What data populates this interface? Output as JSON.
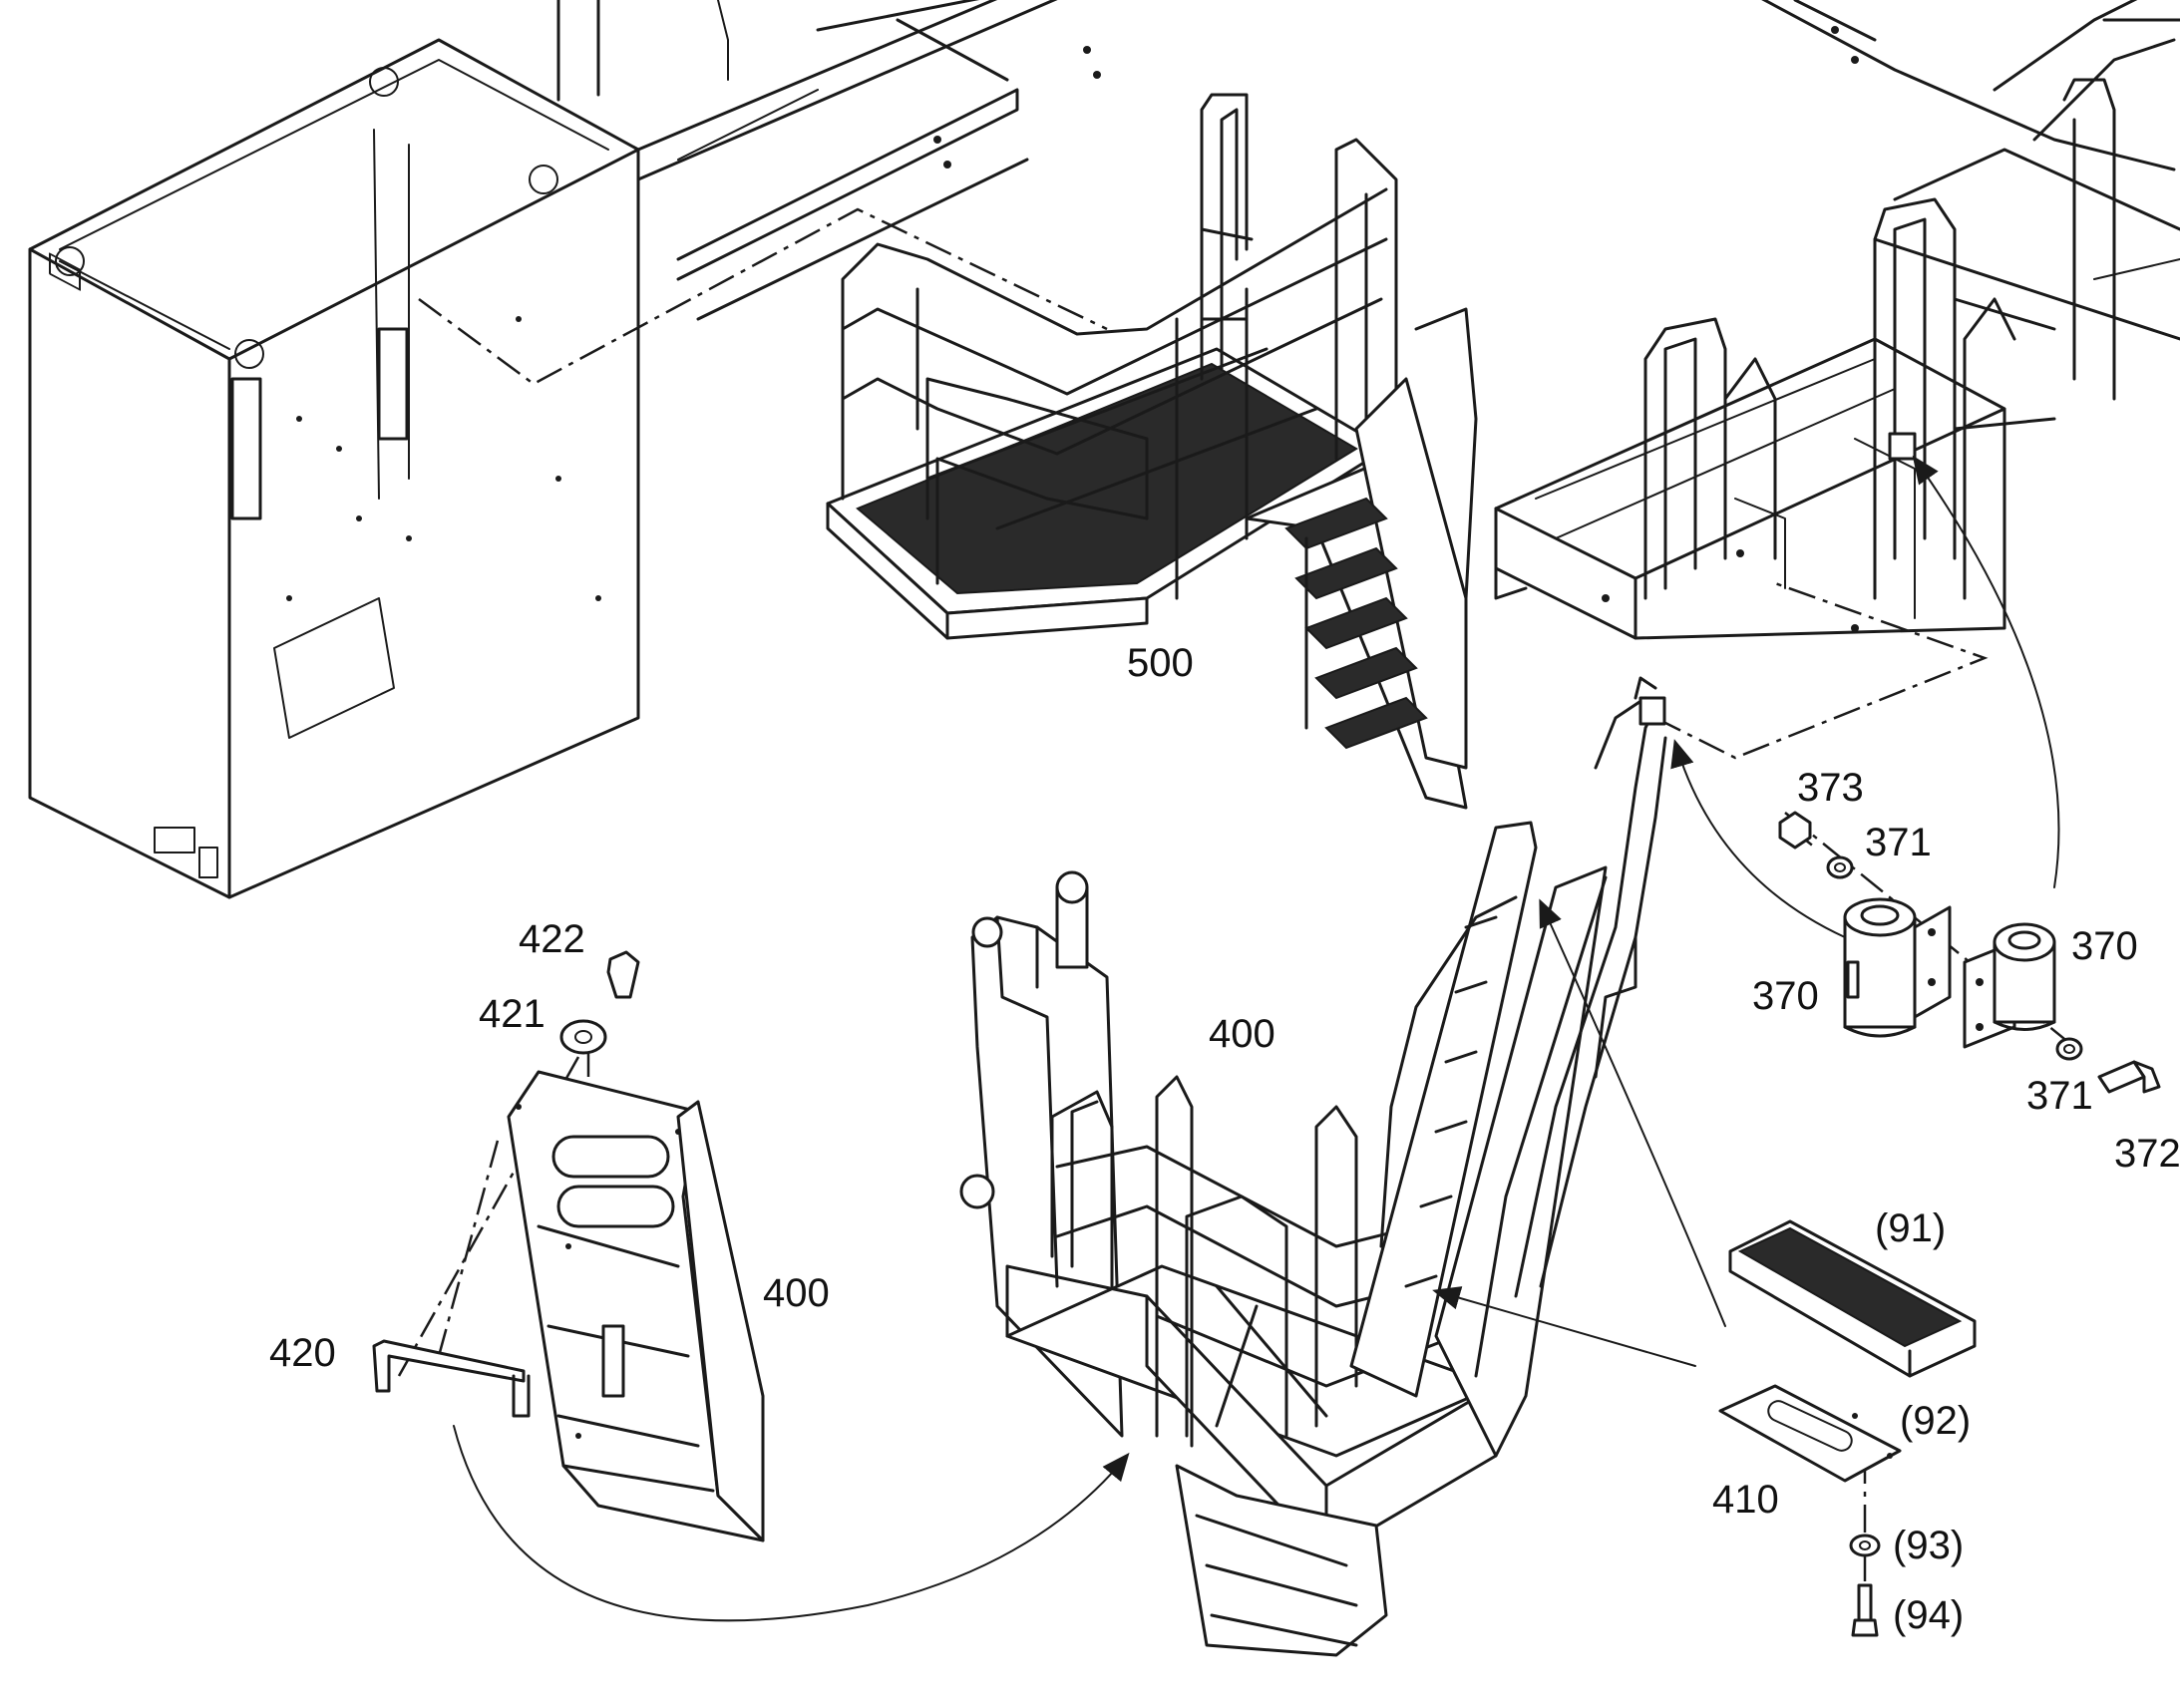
{
  "callouts": {
    "c500": "500",
    "c373": "373",
    "c371a": "371",
    "c370a": "370",
    "c370b": "370",
    "c371b": "371",
    "c372": "372",
    "c422": "422",
    "c421": "421",
    "c400a": "400",
    "c400b": "400",
    "c420": "420",
    "c91": "(91)",
    "c92": "(92)",
    "c410": "410",
    "c93": "(93)",
    "c94": "(94)"
  },
  "colors": {
    "line": "#1a1a1a",
    "background": "#ffffff",
    "grating": "#2a2a2a"
  }
}
